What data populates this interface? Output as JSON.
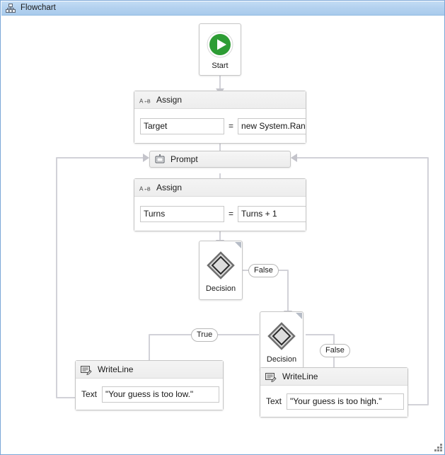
{
  "window": {
    "title": "Flowchart",
    "title_icon": "org-chart-icon",
    "accent": "#b3d1ef",
    "border": "#7ba7d7",
    "canvas_bg": "#ffffff"
  },
  "palette": {
    "connector": "#d2d2d8",
    "node_border": "#c6c6c6",
    "header_bg": "#efefef",
    "start_green": "#2d9c34",
    "field_border": "#c9c9c9",
    "text": "#1b1b1b"
  },
  "flow": {
    "start": {
      "label": "Start",
      "icon": "play-icon"
    },
    "assign_target": {
      "title": "Assign",
      "icon": "assign-icon",
      "to_value": "Target",
      "operator": "=",
      "value": "new System.Randor"
    },
    "prompt": {
      "title": "Prompt",
      "icon": "prompt-screen-icon"
    },
    "assign_turns": {
      "title": "Assign",
      "icon": "assign-icon",
      "to_value": "Turns",
      "operator": "=",
      "value": "Turns + 1"
    },
    "decision_1": {
      "label": "Decision",
      "icon": "decision-diamond-icon",
      "false_label": "False"
    },
    "decision_2": {
      "label": "Decision",
      "icon": "decision-diamond-icon",
      "true_label": "True",
      "false_label": "False"
    },
    "writeline_low": {
      "title": "WriteLine",
      "icon": "writeline-icon",
      "caption": "Text",
      "text": "\"Your guess is too low.\""
    },
    "writeline_high": {
      "title": "WriteLine",
      "icon": "writeline-icon",
      "caption": "Text",
      "text": "\"Your guess is too high.\""
    }
  },
  "status": {
    "resize_grip": "resize-grip-icon"
  }
}
